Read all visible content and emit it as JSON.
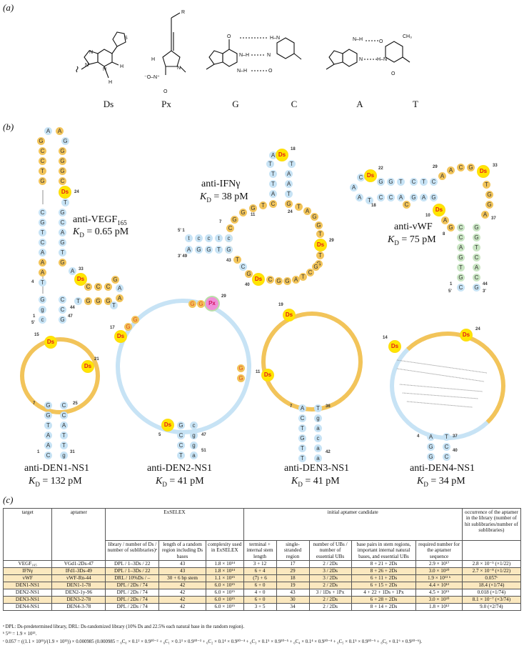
{
  "panel_a": {
    "label": "(a)",
    "bases": [
      {
        "name": "Ds"
      },
      {
        "name": "Px"
      },
      {
        "name": "G"
      },
      {
        "name": "C"
      },
      {
        "name": "A"
      },
      {
        "name": "T"
      }
    ],
    "chem_labels": {
      "r_group": "R",
      "ch3": "CH3",
      "s": "S"
    }
  },
  "panel_b": {
    "label": "(b)",
    "aptamers": [
      {
        "name": "anti-VEGF",
        "sub": "165",
        "kd": "0.65 pM"
      },
      {
        "name": "anti-IFNγ",
        "sub": "",
        "kd": "38 pM"
      },
      {
        "name": "anti-vWF",
        "sub": "",
        "kd": "75 pM"
      },
      {
        "name": "anti-DEN1-NS1",
        "sub": "",
        "kd": "132 pM"
      },
      {
        "name": "anti-DEN2-NS1",
        "sub": "",
        "kd": "41 pM"
      },
      {
        "name": "anti-DEN3-NS1",
        "sub": "",
        "kd": "41 pM"
      },
      {
        "name": "anti-DEN4-NS1",
        "sub": "",
        "kd": "34 pM"
      }
    ],
    "kd_symbol": "K",
    "kd_sub": "D",
    "colors": {
      "natural_yellow": "#f2c45a",
      "natural_blue": "#c7e3f5",
      "natural_green": "#c9e5c3",
      "ds_core": "#ffe600",
      "ds_text": "#e21b1b",
      "px_fill": "#f08fd8"
    }
  },
  "panel_c": {
    "label": "(c)",
    "header": {
      "target": "target",
      "aptamer": "aptamer",
      "exselex": "ExSELEX",
      "initial": "initial aptamer candidate",
      "occurrence": "occurrence of the aptamer in the library (number of hit sublibraries/number of sublibraries)",
      "sub": [
        "library / number of Ds / number of sublibraries)ᵃ",
        "length of a random region including Ds bases",
        "complexity used in ExSELEX",
        "terminal + internal stem length",
        "single-stranded region",
        "number of UBs / number of essential UBs",
        "base pairs in stem regions, important internal natural bases, and essential UBs",
        "required number for the aptamer sequence"
      ]
    },
    "rows": [
      {
        "target": "VEGF₁₆₅",
        "aptamer": "VGd1-2Ds-47",
        "library": "DPL / 1–3Ds / 22",
        "length": "43",
        "complexity": "1.8 × 10¹⁴",
        "stem": "3 + 12",
        "ss": "17",
        "ubs": "2 / 2Ds",
        "bp": "8 + 21 + 2Ds",
        "required": "2.9 × 10¹⁷",
        "occurrence": "2.8 × 10⁻⁵ (×1/22)",
        "highlight": false
      },
      {
        "target": "IFNγ",
        "aptamer": "IFd1-3Ds-49",
        "library": "DPL / 1–3Ds / 22",
        "length": "43",
        "complexity": "1.8 × 10¹⁴",
        "stem": "6 + 4",
        "ss": "29",
        "ubs": "3 / 2Ds",
        "bp": "8 + 26 + 2Ds",
        "required": "3.0 × 10²⁰",
        "occurrence": "2.7 × 10⁻⁸ (×1/22)",
        "highlight": true
      },
      {
        "target": "vWF",
        "aptamer": "vWF-Rn-44",
        "library": "DRL / 10%Ds / –",
        "length": "30 + 6 bp stem",
        "complexity": "1.1 × 10¹⁵",
        "stem": "(7) + 6",
        "ss": "18",
        "ubs": "3 / 2Ds",
        "bp": "6 + 11 + 2Ds",
        "required": "1.9 × 10¹³ ᵇ",
        "occurrence": "0.057ᶜ",
        "highlight": true
      },
      {
        "target": "DEN1-NS1",
        "aptamer": "DEN1-1-78",
        "library": "DPL / 2Ds / 74",
        "length": "42",
        "complexity": "6.0 × 10¹⁵",
        "stem": "6 + 0",
        "ss": "19",
        "ubs": "2 / 2Ds",
        "bp": "6 + 15 + 2Ds",
        "required": "4.4 × 10¹²",
        "occurrence": "18.4 (×1/74)",
        "highlight": true
      },
      {
        "target": "DEN2-NS1",
        "aptamer": "DEN2-1y-96",
        "library": "DPL / 2Ds / 74",
        "length": "42",
        "complexity": "6.0 × 10¹⁵",
        "stem": "4 + 0",
        "ss": "43",
        "ubs": "3 / 1Ds + 1Px",
        "bp": "4 + 22 + 1Ds + 1Px",
        "required": "4.5 × 10¹⁵",
        "occurrence": "0.018 (×1/74)",
        "highlight": false
      },
      {
        "target": "DEN3-NS1",
        "aptamer": "DEN3-2-78",
        "library": "DPL / 2Ds / 74",
        "length": "42",
        "complexity": "6.0 × 10¹⁵",
        "stem": "6 + 0",
        "ss": "30",
        "ubs": "2 / 2Ds",
        "bp": "6 + 28 + 2Ds",
        "required": "3.0 × 10²⁰",
        "occurrence": "8.1 × 10⁻⁷ (×3/74)",
        "highlight": true
      },
      {
        "target": "DEN4-NS1",
        "aptamer": "DEN4-3-78",
        "library": "DPL / 2Ds / 74",
        "length": "42",
        "complexity": "6.0 × 10¹⁵",
        "stem": "3 + 5",
        "ss": "34",
        "ubs": "2 / 2Ds",
        "bp": "8 + 14 + 2Ds",
        "required": "1.8 × 10¹²",
        "occurrence": "9.0 (×2/74)",
        "highlight": false
      }
    ],
    "highlight_color": "#fbe8bf",
    "footnotes": [
      "ᵃ DPL: Ds-predetermined library, DRL: Ds-randomized library (10% Ds and 22.5% each natural base in the random region).",
      "ᵇ 5¹⁹ = 1.9 × 10¹³.",
      "ᶜ 0.057 = ((1.1 × 10¹⁵)/(1.9 × 10¹³)) × 0.000985 (0.000985 = ₆C₀ × 0.1² × 0.9³⁰⁻² + ₆C₁ × 0.1³ × 0.9³⁰⁻³ + ₆C₂ × 0.1⁴ × 0.9³⁰⁻⁴ + ₆C₃ × 0.1⁵ × 0.9³⁰⁻⁵ + ₆C₄ × 0.1⁴ × 0.9³⁰⁻⁴ + ₆C₅ × 0.1⁵ × 0.9³⁰⁻⁵ + ₆C₆ × 0.1⁶ × 0.9³⁰⁻⁶)."
    ]
  }
}
